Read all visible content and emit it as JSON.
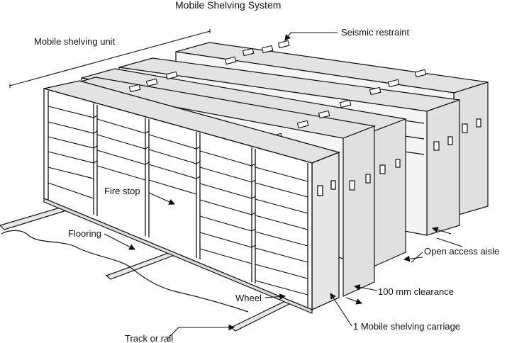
{
  "title": "Mobile Shelving System",
  "labels": {
    "mobile_shelving_unit": "Mobile shelving unit",
    "seismic_restraint": "Seismic restraint",
    "fire_stop": "Fire stop",
    "flooring": "Flooring",
    "open_access_aisle": "Open access aisle",
    "clearance": "100 mm clearance",
    "wheel": "Wheel",
    "carriage": "1 Mobile shelving carriage",
    "track": "Track or rail"
  },
  "colors": {
    "line": "#111111",
    "panel": "#e3e3e3",
    "panel_dark": "#c9c9c9",
    "background": "#ffffff"
  }
}
